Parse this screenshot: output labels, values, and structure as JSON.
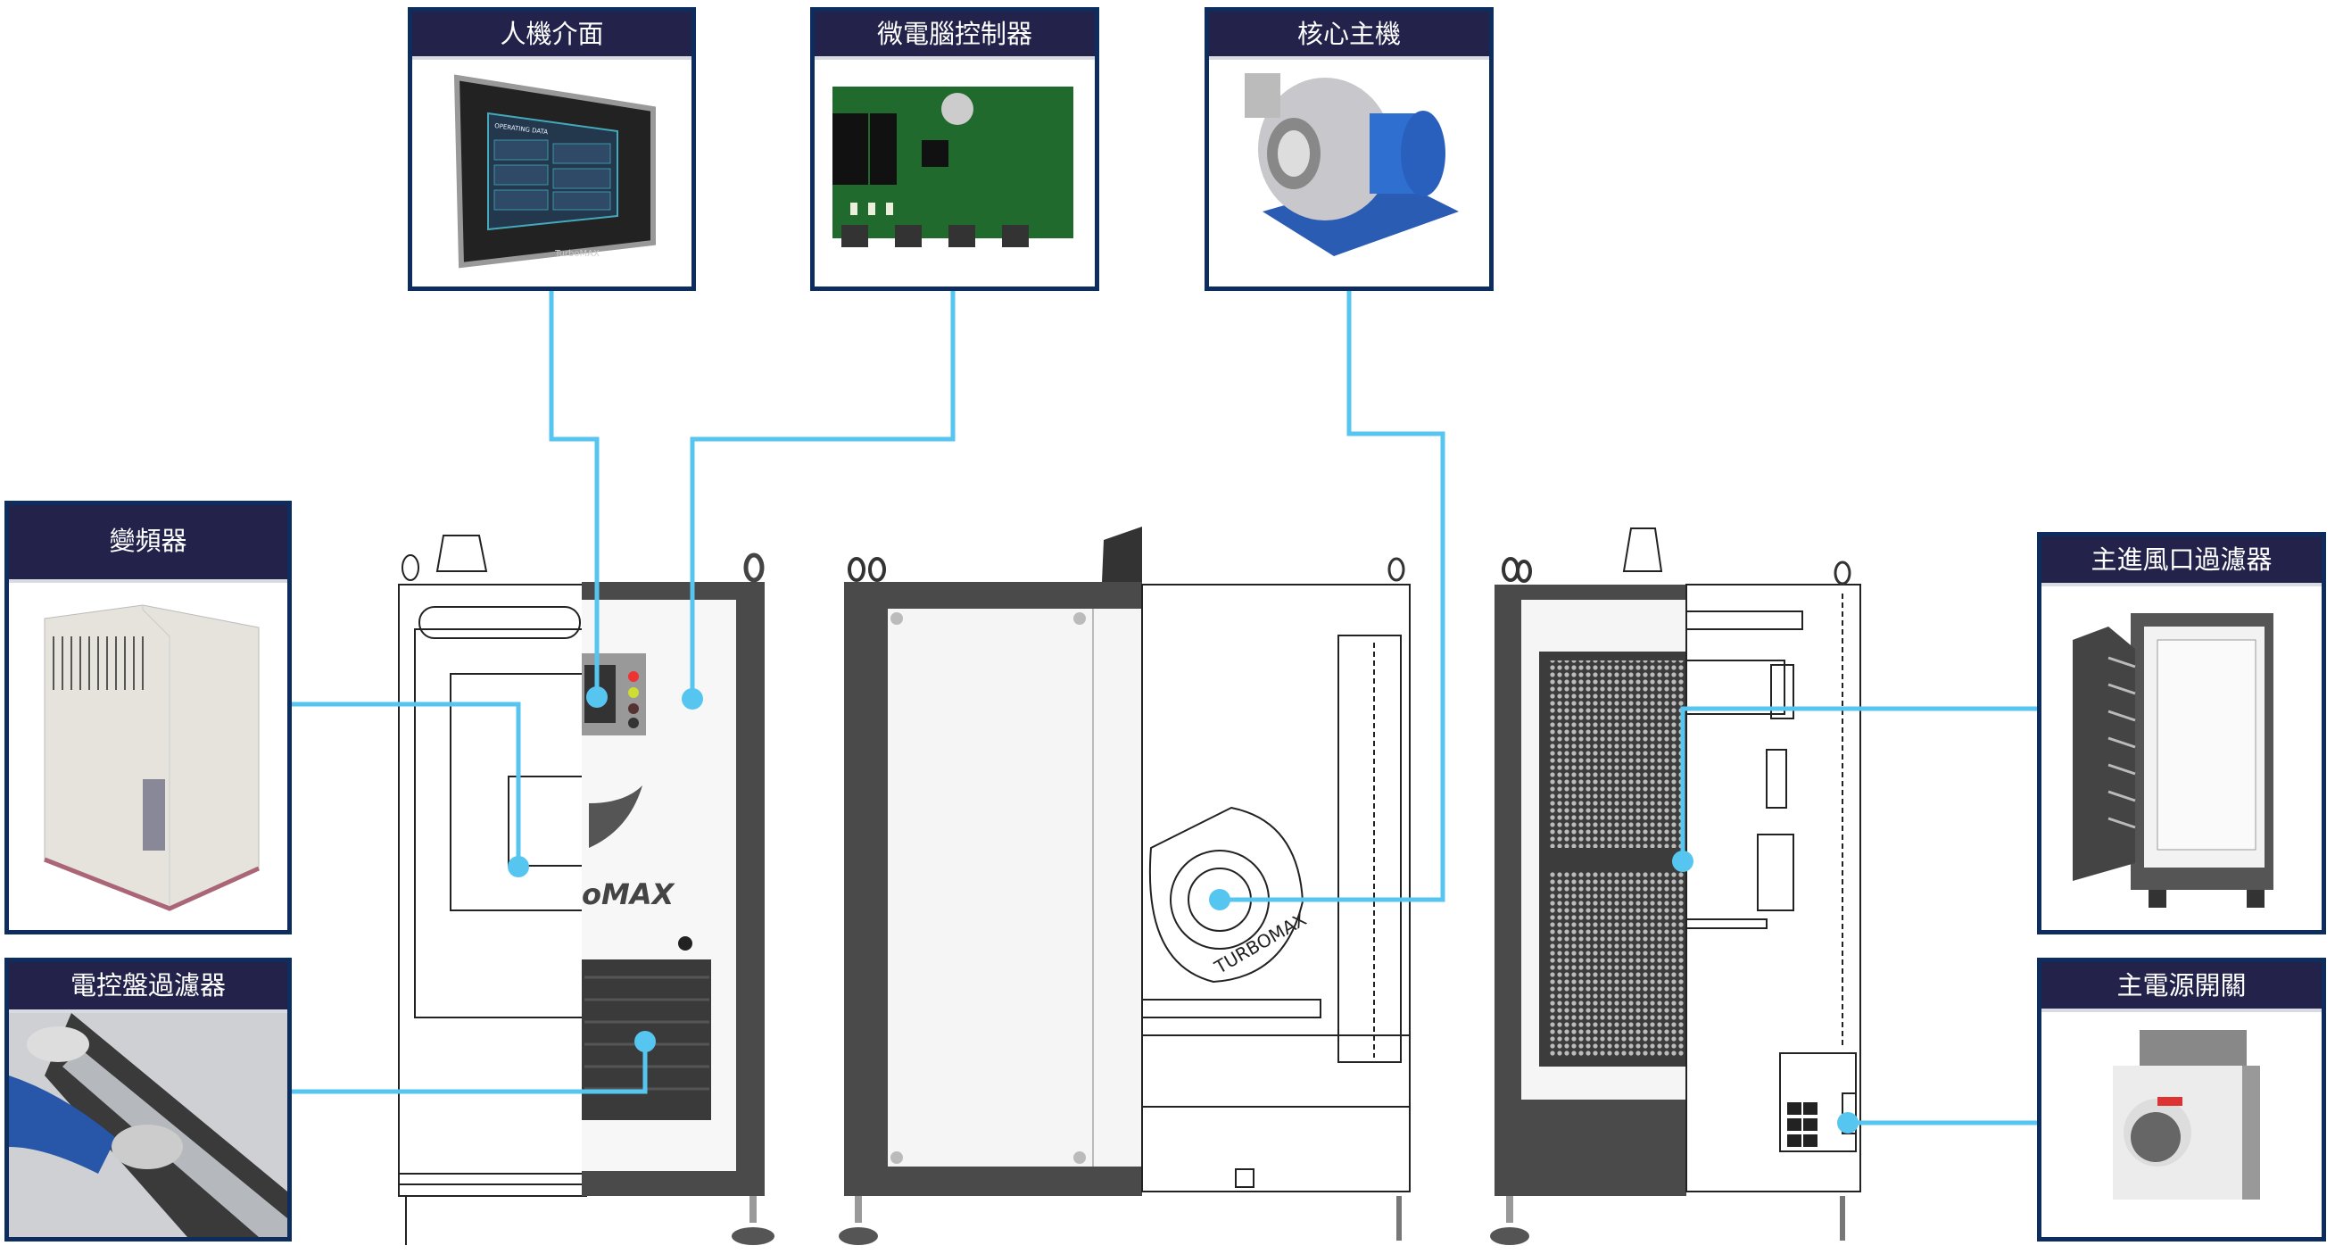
{
  "colors": {
    "header_bg": "#22224a",
    "card_border": "#0d2d5e",
    "connector": "#56c6f0",
    "frame_dark": "#4a4a4a"
  },
  "components": [
    {
      "id": "hmi",
      "label": "人機介面",
      "icon": "touchscreen-hmi"
    },
    {
      "id": "controller",
      "label": "微電腦控制器",
      "icon": "circuit-board"
    },
    {
      "id": "core",
      "label": "核心主機",
      "icon": "blower-motor"
    },
    {
      "id": "inverter",
      "label": "變頻器",
      "icon": "inverter-drive"
    },
    {
      "id": "cabinet_filter",
      "label": "電控盤過濾器",
      "icon": "filter-panel"
    },
    {
      "id": "inlet_filter",
      "label": "主進風口過濾器",
      "icon": "inlet-filter-cabinet"
    },
    {
      "id": "main_switch",
      "label": "主電源開關",
      "icon": "rotary-disconnect-switch"
    }
  ],
  "machine": {
    "logo_text": "oMAX",
    "fan_text": "TURBOMAX",
    "hmi_screen_title": "OPERATING DATA",
    "hmi_brand": "TurboMAX"
  }
}
